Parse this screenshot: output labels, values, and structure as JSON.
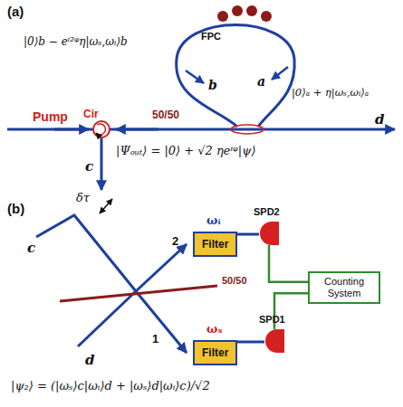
{
  "diagram": {
    "nodes": [
      {
        "text": [
          "Filter"
        ]
      },
      {
        "text": [
          "Filter"
        ]
      },
      {
        "text": [
          "SPD2"
        ]
      },
      {
        "text": [
          "SPD1"
        ]
      },
      {
        "text": [
          "Counting System"
        ]
      }
    ],
    "edges": [
      {
        "from": 0,
        "to": 2,
        "arrow": "none"
      },
      {
        "from": 1,
        "to": 3,
        "arrow": "none"
      },
      {
        "from": 2,
        "to": 4,
        "arrow": "none"
      },
      {
        "from": 3,
        "to": 4,
        "arrow": "none"
      }
    ],
    "labels": [
      "(a)",
      "FPC",
      "b",
      "a",
      "|0⟩b − eⁱ²ᵠη|ωₛ,ωᵢ⟩b",
      "|0⟩ₐ + η|ωₛ,ωᵢ⟩ₐ",
      "Pump",
      "Cir",
      "50/50",
      "d",
      "c",
      "|Ψₒᵤₜ⟩ = |0⟩ + √2 ηeⁱᵠ|ψ⟩",
      "(b)",
      "δτ",
      "c",
      "2",
      "ωᵢ",
      "50/50",
      "1",
      "ωₛ",
      "d",
      "|ψ₂⟩ = (|ωₛ⟩c|ωᵢ⟩d + |ωₛ⟩d|ωᵢ⟩c)/√2"
    ]
  }
}
